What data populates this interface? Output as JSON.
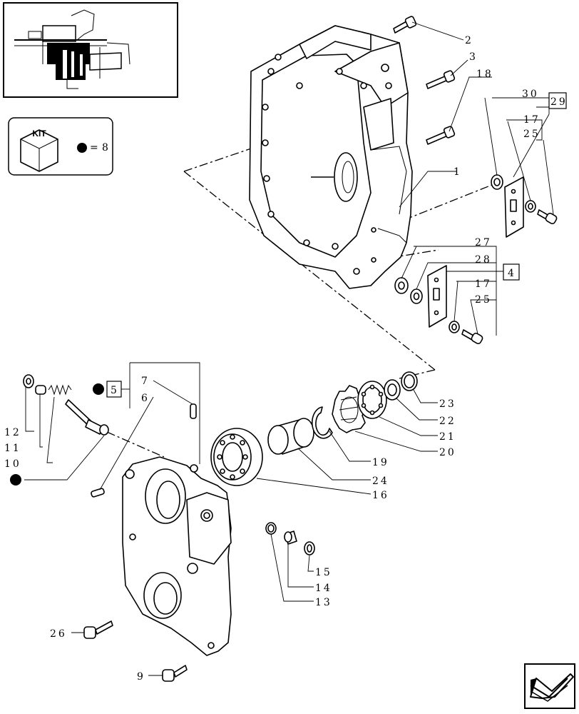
{
  "kit": {
    "label": "KIT",
    "equals": "=",
    "qty": "8"
  },
  "callouts": {
    "c2": "2",
    "c3": "3",
    "c18": "18",
    "c30": "30",
    "c29": "29",
    "c17a": "17",
    "c25a": "25",
    "c1": "1",
    "c27": "27",
    "c28": "28",
    "c4": "4",
    "c17b": "17",
    "c25b": "25",
    "c5": "5",
    "c7": "7",
    "c6": "6",
    "c12": "12",
    "c11": "11",
    "c10": "10",
    "c23": "23",
    "c22": "22",
    "c21": "21",
    "c20": "20",
    "c19": "19",
    "c24": "24",
    "c16": "16",
    "c15": "15",
    "c14": "14",
    "c13": "13",
    "c26": "26",
    "c9": "9"
  }
}
